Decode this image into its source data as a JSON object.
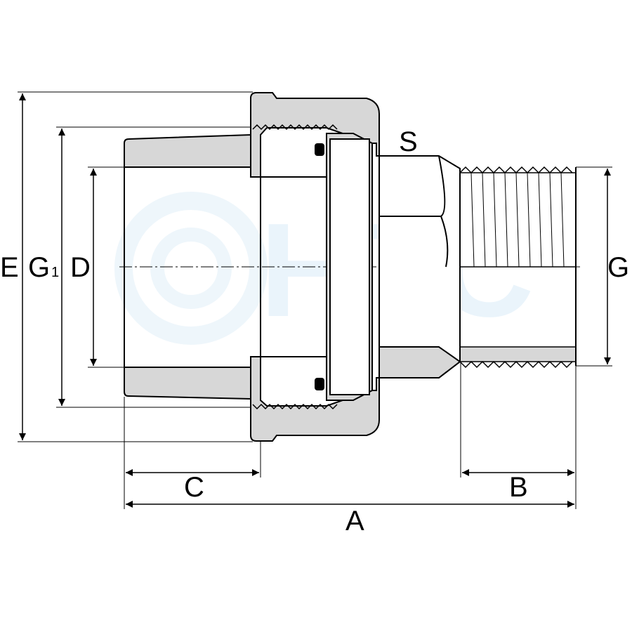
{
  "diagram": {
    "watermark": "HTC",
    "labels": {
      "E": "E",
      "G1_main": "G",
      "G1_sub": "1",
      "D": "D",
      "S": "S",
      "G": "G",
      "C": "C",
      "B": "B",
      "A": "A"
    },
    "colors": {
      "line": "#000000",
      "section_fill": "#d7d7d7",
      "background": "#ffffff",
      "watermark": "#eaf4fb"
    }
  }
}
